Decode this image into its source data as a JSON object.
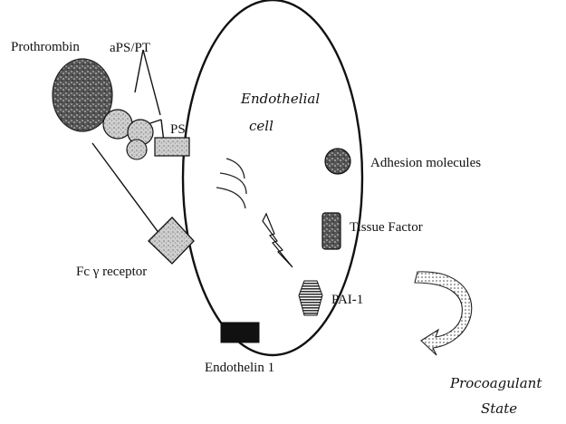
{
  "diagram": {
    "cell_label_line1": "Endothelial",
    "cell_label_line2": "cell",
    "labels": {
      "prothrombin": "Prothrombin",
      "aps_pt": "aPS/PT",
      "ps": "PS",
      "fc_receptor": "Fc γ receptor",
      "adhesion": "Adhesion molecules",
      "tissue_factor": "Tissue Factor",
      "pai1": "PAI-1",
      "endothelin": "Endothelin 1",
      "procoag_line1": "Procoagulant",
      "procoag_line2": "State"
    }
  }
}
